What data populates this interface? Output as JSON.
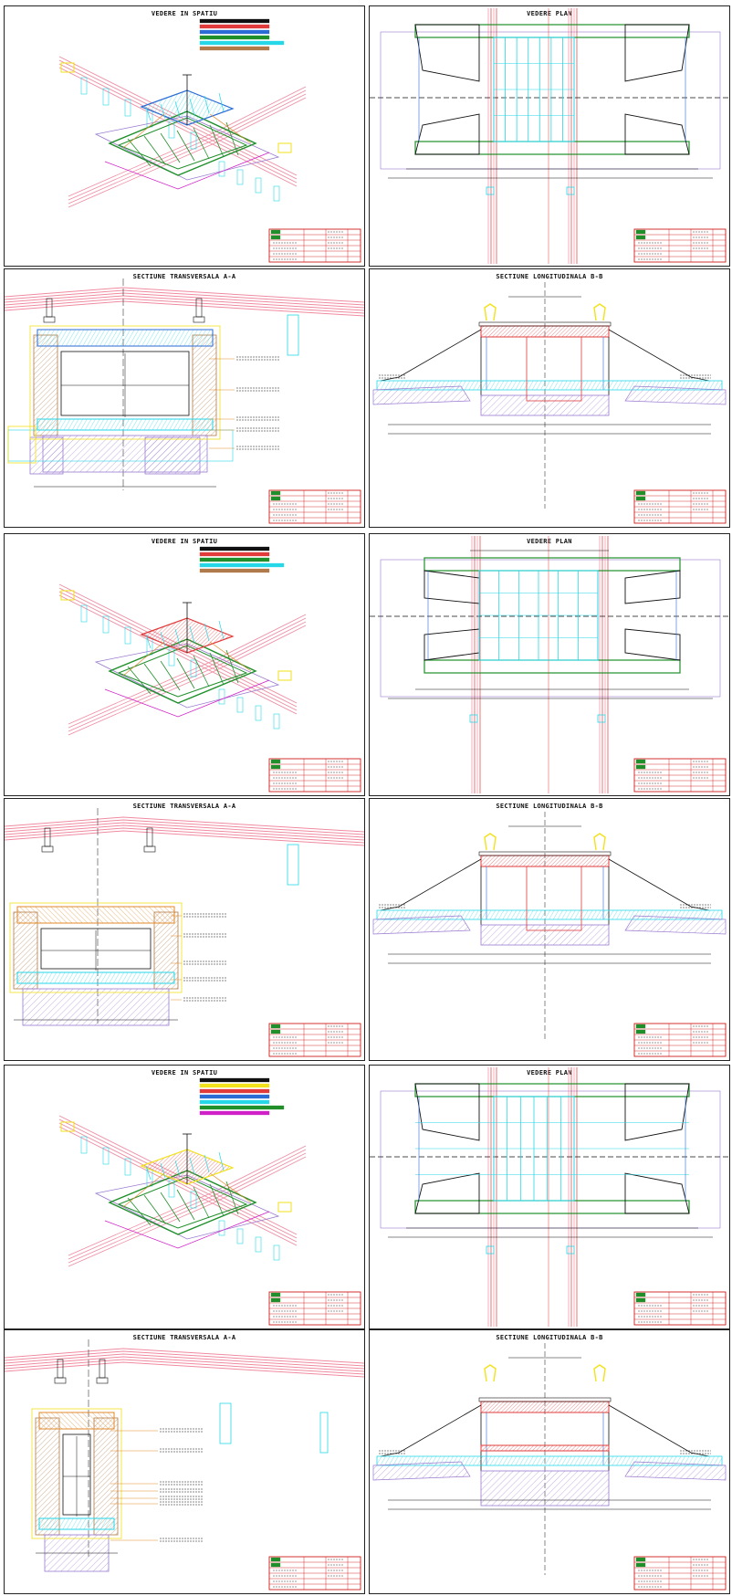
{
  "sheets": [
    {
      "id": "s1",
      "title": "VEDERE IN SPATIU",
      "kind": "iso",
      "variant": "a"
    },
    {
      "id": "s2",
      "title": "VEDERE PLAN",
      "kind": "plan",
      "variant": "a"
    },
    {
      "id": "s3",
      "title": "SECTIUNE TRANSVERSALA A-A",
      "kind": "transversal",
      "variant": "a"
    },
    {
      "id": "s4",
      "title": "SECTIUNE LONGITUDINALA B-B",
      "kind": "longitudinal",
      "variant": "a"
    },
    {
      "id": "s5",
      "title": "VEDERE IN SPATIU",
      "kind": "iso",
      "variant": "b"
    },
    {
      "id": "s6",
      "title": "VEDERE PLAN",
      "kind": "plan",
      "variant": "b"
    },
    {
      "id": "s7",
      "title": "SECTIUNE TRANSVERSALA A-A",
      "kind": "transversal",
      "variant": "b"
    },
    {
      "id": "s8",
      "title": "SECTIUNE LONGITUDINALA B-B",
      "kind": "longitudinal",
      "variant": "b"
    },
    {
      "id": "s9",
      "title": "VEDERE IN SPATIU",
      "kind": "iso",
      "variant": "c"
    },
    {
      "id": "s10",
      "title": "VEDERE PLAN",
      "kind": "plan",
      "variant": "c"
    },
    {
      "id": "s11",
      "title": "SECTIUNE TRANSVERSALA A-A",
      "kind": "transversal",
      "variant": "c"
    },
    {
      "id": "s12",
      "title": "SECTIUNE LONGITUDINALA B-B",
      "kind": "longitudinal",
      "variant": "c"
    }
  ],
  "colors": {
    "road": "#f08aa0",
    "rail": "#e23b3b",
    "green": "#1f8f2a",
    "cyan": "#26d7e8",
    "blue": "#2b6bd6",
    "yellow": "#f2e21b",
    "magenta": "#d020c8",
    "purple": "#9a7ad0",
    "orange": "#e08a2a",
    "brown": "#b07a4a",
    "black": "#111111",
    "frame": "#222222",
    "titleblock": "#cc0000"
  },
  "legend_colors": [
    [
      "#111111",
      "#e23b3b",
      "#2b6bd6",
      "#1f8f2a",
      "#26d7e8",
      "#b07a4a"
    ],
    [
      "#111111",
      "#e23b3b",
      "#1f8f2a",
      "#26d7e8",
      "#b07a4a"
    ],
    [
      "#111111",
      "#f2e21b",
      "#e23b3b",
      "#2b6bd6",
      "#26d7e8",
      "#1f8f2a",
      "#d020c8"
    ]
  ]
}
